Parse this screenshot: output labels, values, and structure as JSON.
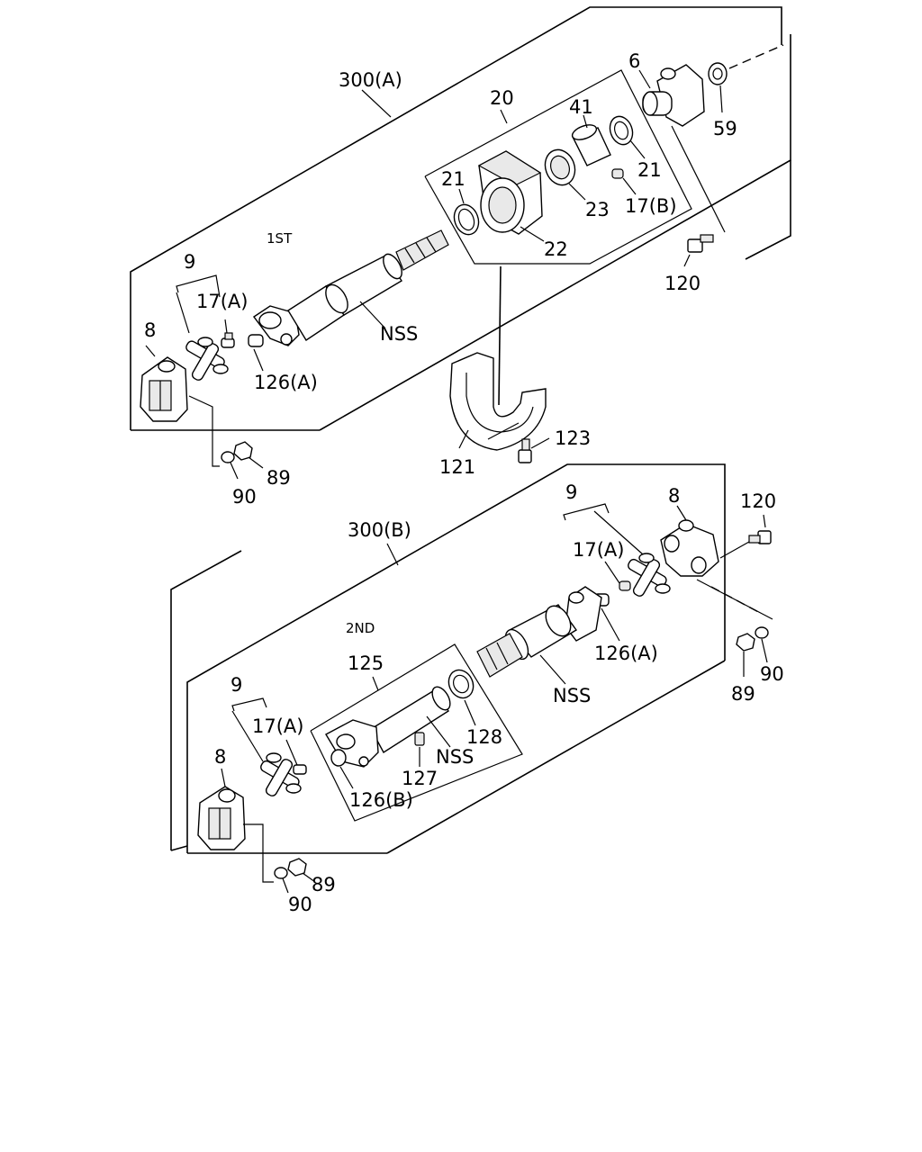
{
  "labels": {
    "asm_300a": "300(A)",
    "asm_300b": "300(B)",
    "section_1st": "1ST",
    "section_2nd": "2ND",
    "p20": "20",
    "p6": "6",
    "p59": "59",
    "p41": "41",
    "p21_top": "21",
    "p21_left": "21",
    "p23": "23",
    "p17b": "17(B)",
    "p22": "22",
    "p120_top": "120",
    "p9_top": "9",
    "p17a_top": "17(A)",
    "p8_top": "8",
    "p126a_top": "126(A)",
    "nss_top": "NSS",
    "p89_top": "89",
    "p90_top": "90",
    "p121": "121",
    "p123": "123",
    "p9_right": "9",
    "p8_right": "8",
    "p120_right": "120",
    "p17a_mid": "17(A)",
    "p126a_mid": "126(A)",
    "nss_mid": "NSS",
    "p89_right": "89",
    "p90_right": "90",
    "p125": "125",
    "p128": "128",
    "nss_low": "NSS",
    "p127": "127",
    "p126b": "126(B)",
    "p9_low": "9",
    "p17a_low": "17(A)",
    "p8_low": "8",
    "p89_low": "89",
    "p90_low": "90"
  }
}
